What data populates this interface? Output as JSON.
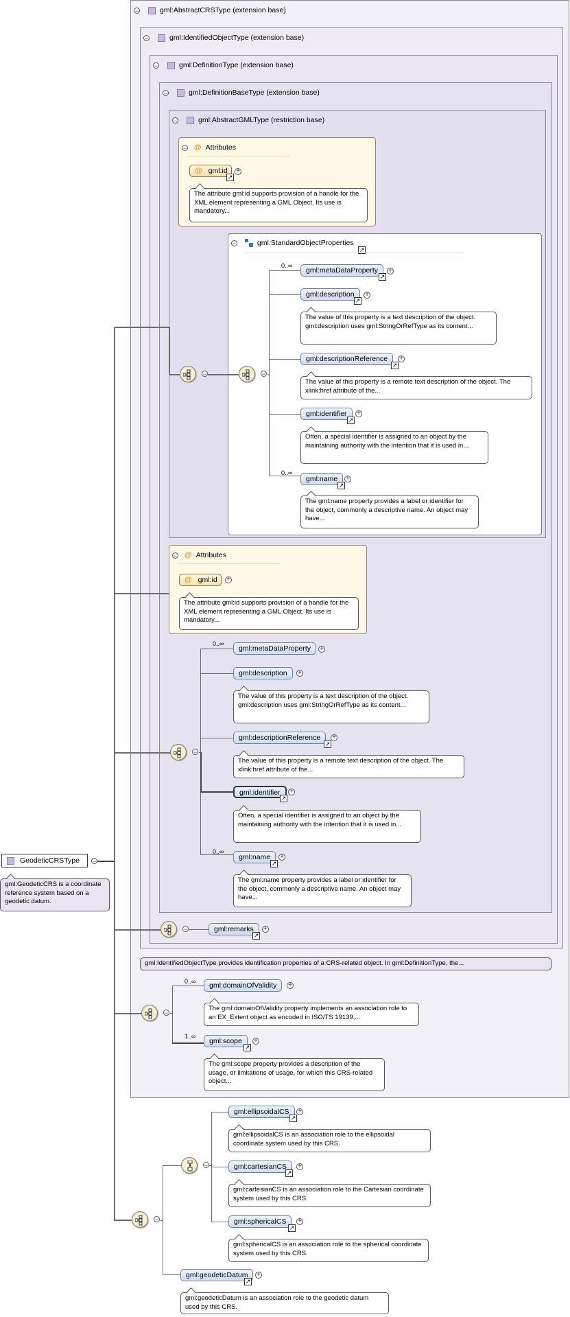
{
  "root": {
    "label": "GeodeticCRSType",
    "note": "gml:GeodeticCRS is a coordinate reference system based on a geodetic datum."
  },
  "frames": [
    {
      "label": "gml:AbstractCRSType (extension base)"
    },
    {
      "label": "gml:IdentifiedObjectType (extension base)"
    },
    {
      "label": "gml:DefinitionType (extension base)"
    },
    {
      "label": "gml:DefinitionBaseType (extension base)"
    },
    {
      "label": "gml:AbstractGMLType (restriction base)"
    }
  ],
  "attributes_inner": {
    "title": "Attributes",
    "attr": "gml:id",
    "note": "The attribute gml:id supports provision of a handle for the XML element representing a GML Object. Its use is mandatory..."
  },
  "std_group": {
    "label": "gml:StandardObjectProperties",
    "items": [
      {
        "label": "gml:metaDataProperty",
        "card": "0..∞",
        "note": ""
      },
      {
        "label": "gml:description",
        "card": "",
        "note": "The value of this property is a text description of the object. gml:description uses gml:StringOrRefType as its content..."
      },
      {
        "label": "gml:descriptionReference",
        "card": "",
        "note": "The value of this property is a remote text description of the object. The xlink:href attribute of the..."
      },
      {
        "label": "gml:identifier",
        "card": "",
        "note": "Often, a special identifier is assigned to an object by the maintaining authority with the intention that it is used in..."
      },
      {
        "label": "gml:name",
        "card": "0..∞",
        "note": "The gml:name property provides a label or identifier for the object, commonly a descriptive name. An object may have..."
      }
    ]
  },
  "attributes_outer": {
    "title": "Attributes",
    "attr": "gml:id",
    "note": "The attribute gml:id supports provision of a handle for the XML element representing a GML Object. Its use is mandatory..."
  },
  "seq2": {
    "items": [
      {
        "label": "gml:metaDataProperty",
        "card": "0..∞",
        "note": ""
      },
      {
        "label": "gml:description",
        "card": "",
        "note": "The value of this property is a text description of the object. gml:description uses gml:StringOrRefType as its content..."
      },
      {
        "label": "gml:descriptionReference",
        "card": "",
        "note": "The value of this property is a remote text description of the object. The xlink:href attribute of the..."
      },
      {
        "label": "gml:identifier",
        "card": "",
        "note": "Often, a special identifier is assigned to an object by the maintaining authority with the intention that it is used in..."
      },
      {
        "label": "gml:name",
        "card": "0..∞",
        "note": "The gml:name property provides a label or identifier for the object, commonly a descriptive name. An object may have..."
      }
    ]
  },
  "remarks": {
    "label": "gml:remarks"
  },
  "identified_note": "gml:IdentifiedObjectType provides identification properties of a CRS-related object. In gml:DefinitionType, the...",
  "crs_seq": {
    "items": [
      {
        "label": "gml:domainOfValidity",
        "card": "0..∞",
        "note": "The gml:domainOfValidity property implements an association role to an EX_Extent object as encoded in ISO/TS 19139,..."
      },
      {
        "label": "gml:scope",
        "card": "1..∞",
        "note": "The gml:scope property provides a description of the usage, or limitations of usage, for which this CRS-related object..."
      }
    ]
  },
  "choice": {
    "items": [
      {
        "label": "gml:ellipsoidalCS",
        "note": "gml:ellipsoidalCS is an association role to the ellipsoidal coordinate system used by this CRS."
      },
      {
        "label": "gml:cartesianCS",
        "note": "gml:cartesianCS is an association role to the Cartesian coordinate system used by this CRS."
      },
      {
        "label": "gml:sphericalCS",
        "note": "gml:sphericalCS is an association role to the spherical coordinate system used by this CRS."
      }
    ]
  },
  "datum": {
    "label": "gml:geodeticDatum",
    "note": "gml:geodeticDatum is an association role to the geodetic datum used by this CRS."
  },
  "glyphs": {
    "collapse": "−",
    "expand": "+",
    "link": "↗",
    "at": "@"
  }
}
